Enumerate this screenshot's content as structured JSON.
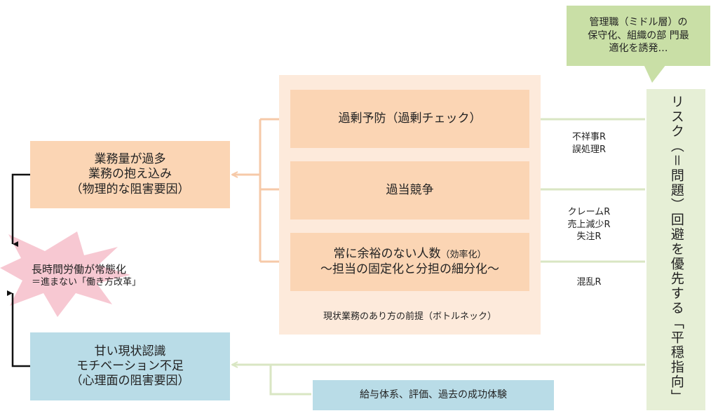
{
  "callout": {
    "lines": [
      "管理職（ミドル層）の",
      "保守化、組織の部 門最",
      "適化を誘発…"
    ]
  },
  "group": {
    "caption": "現状業務のあり方の前提（ボトルネック）"
  },
  "boxes": {
    "overcheck": "過剰予防（過剰チェック）",
    "competition": "過当競争",
    "understaff": {
      "line1_main": "常に余裕のない人数",
      "line1_small": "（効率化）",
      "line2": "～担当の固定化と分担の細分化～"
    },
    "workload": [
      "業務量が過多",
      "業務の抱え込み",
      "（物理的な阻害要因）"
    ],
    "awareness": [
      "甘い現状認識",
      "モチベーション不足",
      "（心理面の阻害要因）"
    ],
    "salary": "給与体系、評価、過去の成功体験",
    "risk": "リスク（＝問題）回避を優先する「平穏指向」"
  },
  "burst": {
    "line1": "長時間労働が常態化",
    "line2": "＝進まない「働き方改革」"
  },
  "risk_labels": {
    "r1": [
      "不祥事R",
      "誤処理R"
    ],
    "r2": [
      "クレームR",
      "売上減少R",
      "失注R"
    ],
    "r3": [
      "混乱R"
    ]
  },
  "colors": {
    "orange_box": "#fbd5b4",
    "peach_group": "#fdeadb",
    "blue_box": "#b9dce7",
    "green_box": "#e6efd6",
    "callout_green": "#c9dfa6",
    "burst_pink": "#f7c8d2",
    "connector_orange": "#f6c9a8",
    "connector_green": "#d9e6c3"
  }
}
